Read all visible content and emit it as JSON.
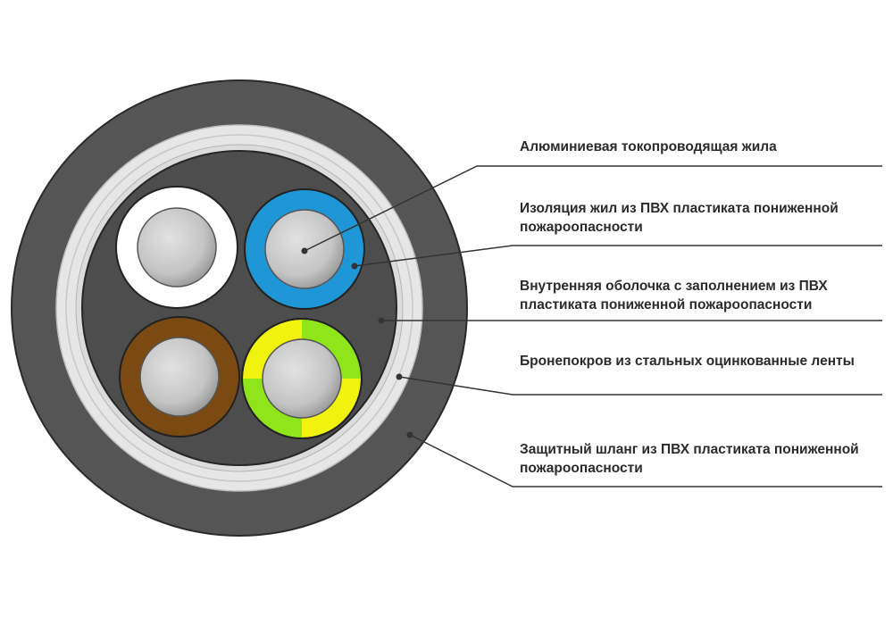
{
  "diagram": {
    "layers": [
      {
        "id": "conductor",
        "label": "Алюминиевая токопроводящая жила"
      },
      {
        "id": "core-insulation",
        "label": "Изоляция жил из ПВХ пластиката пониженной пожароопасности"
      },
      {
        "id": "inner-sheath",
        "label": "Внутренняя оболочка с заполнением из ПВХ пластиката пониженной пожароопасности"
      },
      {
        "id": "armour",
        "label": "Бронепокров из стальных оцинкованные ленты"
      },
      {
        "id": "outer-sheath",
        "label": "Защитный шланг из ПВХ пластиката пониженной пожароопасности"
      }
    ],
    "colors": {
      "outer_sheath": "#555555",
      "armour": "#e6e6e6",
      "inner_sheath": "#4d4d4d",
      "conductor": "#c4c4c4",
      "core_white": "#ffffff",
      "core_blue": "#1f96d6",
      "core_brown": "#7a4a12",
      "core_yellow": "#f2f20f",
      "core_green": "#8fe51a",
      "leader_line": "#333333"
    }
  }
}
